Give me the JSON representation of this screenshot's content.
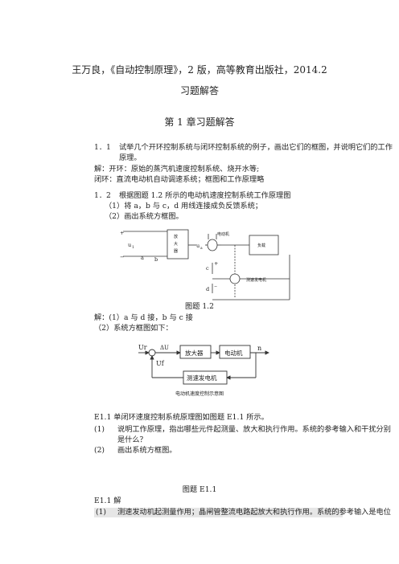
{
  "header": {
    "book_line": "王万良，《自动控制原理》，2 版，高等教育出版社，2014.2",
    "subtitle": "习题解答",
    "chapter": "第 1 章习题解答"
  },
  "q11": {
    "num": "1．1",
    "text1": "试举几个开环控制系统与闭环控制系统的例子，画出它们的框图，并说明它们的工作",
    "text2": "原理。",
    "ans_open": "解：开环：原始的蒸汽机速度控制系统、烧开水等;",
    "ans_closed": "闭环：直流电动机自动调速系统；框图和工作原理略"
  },
  "q12": {
    "num": "1．2",
    "text": "根据图题 1.2 所示的电动机速度控制系统工作原理图",
    "item1": "（1）将 a，b 与 c，d 用线连接成负反馈系统；",
    "item2": "（2）画出系统方框图。",
    "figure_caption": "图题 1.2",
    "ans1": "解：(1）a 与 d 接，b 与 c 接",
    "ans2": "（2）系统方框图如下："
  },
  "fig12": {
    "plus_top": "+",
    "minus_left": "−",
    "u1": "u",
    "u1_sub": "1",
    "a": "a",
    "b": "b",
    "amp1": "放",
    "amp2": "大",
    "amp3": "器",
    "ua": "u",
    "ua_sub": "a",
    "motor": "电动机",
    "load": "负载",
    "c": "c",
    "c_plus": "+",
    "d": "d",
    "d_minus": "−",
    "tacho": "测速发电机"
  },
  "block": {
    "ur": "Ur",
    "delta_u": "ΔU",
    "uf": "Uf",
    "amplifier": "放大器",
    "motor": "电动机",
    "n": "n",
    "tacho": "测速发电机",
    "caption": "电动机速度控制示意图"
  },
  "e11": {
    "title": "E1.1  单闭环速度控制系统原理图如图题 E1.1 所示。",
    "item1_num": "(1)",
    "item1_text": "说明工作原理，指出哪些元件起测量、放大和执行作用。系统的参考输入和干扰分别",
    "item1_text2": "是什么？",
    "item2_num": "(2)",
    "item2_text": "画出系统方框图。",
    "figure_caption": "图题 E1.1",
    "sol_title": "E1.1 解",
    "sol1_num": "(1)",
    "sol1_text": "测速发动机起测量作用；晶闸管整流电路起放大和执行作用。系统的参考输入是电位"
  }
}
